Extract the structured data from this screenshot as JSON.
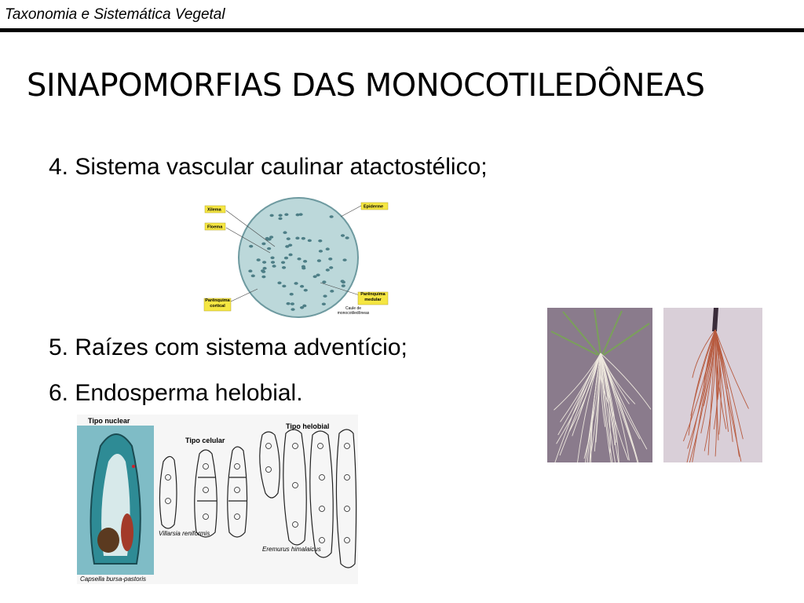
{
  "header": {
    "title": "Taxonomia e Sistemática Vegetal"
  },
  "slide": {
    "title": "SINAPOMORFIAS DAS MONOCOTILEDÔNEAS"
  },
  "bullets": [
    "4. Sistema vascular caulinar atactostélico;",
    "5. Raízes com sistema adventício;",
    "6. Endosperma helobial."
  ],
  "stem_figure": {
    "labels": {
      "xilema": "Xilema",
      "floema": "Floema",
      "parenquima_cortical": "Parênquima cortical",
      "epiderme": "Epiderme",
      "parenquima_medular": "Parênquima medular",
      "caption": "Caule de monocotiledôneas"
    }
  },
  "endosperm_figure": {
    "labels": {
      "nuclear": "Tipo nuclear",
      "celular": "Tipo celular",
      "helobial": "Tipo helobial",
      "species1": "Capsella bursa-pastoris",
      "species2": "Villarsia reniformis",
      "species3": "Eremurus himalaicus"
    }
  },
  "colors": {
    "label_box": "#f5e642",
    "stem_fill": "#bcd8da",
    "bundle": "#4d7e86",
    "roots_bg_dark": "#8a7b8c",
    "roots_bg_light": "#d9cfd8"
  }
}
